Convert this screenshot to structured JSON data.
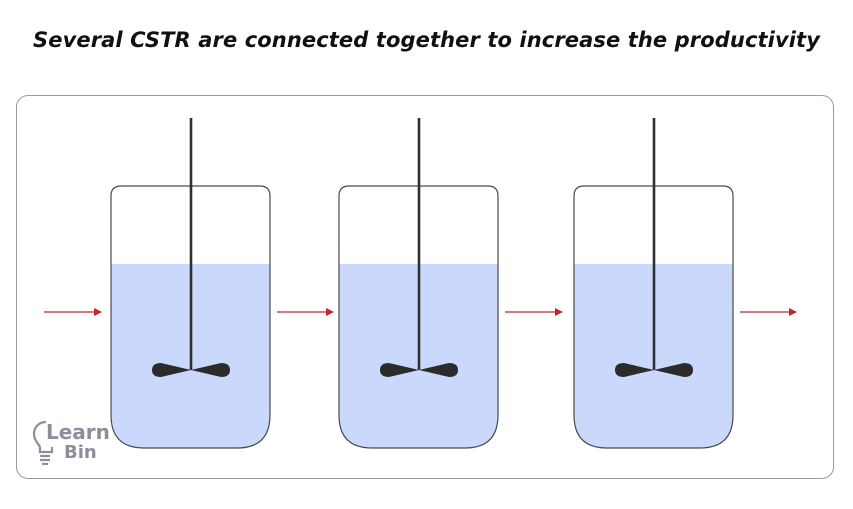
{
  "title": "Several CSTR are connected together to increase the productivity",
  "logo": {
    "line1": "Learn",
    "line2": "Bin"
  },
  "colors": {
    "liquid": "#c9d8fb",
    "vessel_stroke": "#4a4a4a",
    "shaft": "#2f2f2f",
    "impeller": "#2b2b2b",
    "flow_arrow": "#c0262c",
    "frame_border": "#9a9a9a",
    "logo": "#8a8f9a"
  },
  "diagram": {
    "reactor_count": 3,
    "flow_arrow_count": 4,
    "flow_direction": "left-to-right"
  }
}
